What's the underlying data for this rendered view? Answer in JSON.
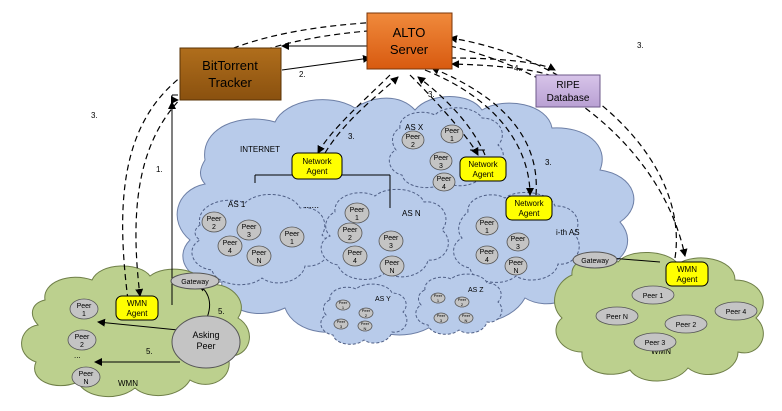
{
  "alto": {
    "title_line1": "ALTO",
    "title_line2": "Server"
  },
  "tracker": {
    "line1": "BitTorrent",
    "line2": "Tracker"
  },
  "ripe": {
    "line1": "RIPE",
    "line2": "Database"
  },
  "internet": {
    "label": "INTERNET"
  },
  "network_agent": {
    "line1": "Network",
    "line2": "Agent"
  },
  "wmn_agent": {
    "line1": "WMN",
    "line2": "Agent"
  },
  "gateway_label": "Gateway",
  "wmn_label": "WMN",
  "asking_peer": {
    "line1": "Asking",
    "line2": "Peer"
  },
  "dots": "......",
  "vdots": "...",
  "steps": {
    "s1": "1.",
    "s2": "2.",
    "s3": "3.",
    "s4": "4.",
    "s5": "5."
  },
  "peer_word": "Peer",
  "as1": {
    "label": "AS 1",
    "peers": [
      "2",
      "3",
      "1",
      "4",
      "N"
    ]
  },
  "asn": {
    "label": "AS N",
    "peers": [
      "1",
      "2",
      "3",
      "4",
      "N"
    ]
  },
  "asx": {
    "label": "AS X",
    "peers": [
      "2",
      "1",
      "3",
      "4"
    ]
  },
  "asi": {
    "label": "i-th AS",
    "peers": [
      "1",
      "3",
      "4",
      "N"
    ]
  },
  "asy": {
    "label": "AS Y",
    "peers": [
      "1",
      "2",
      "3",
      "N"
    ]
  },
  "asz": {
    "label": "AS Z",
    "peers": [
      "1",
      "2",
      "3",
      "N"
    ]
  },
  "wmn_left": {
    "peers": [
      "1",
      "2",
      "N"
    ]
  },
  "wmn_right": {
    "peers": [
      "1",
      "N",
      "2",
      "4",
      "3"
    ]
  },
  "colors": {
    "alto": "#e8691b",
    "tracker": "#9c5e14",
    "ripe": "#c9b2df",
    "internet_cloud": "#b8cbea",
    "wmn_cloud": "#bcd08e",
    "agent": "#ffff00",
    "peer": "#c4c4c4"
  }
}
